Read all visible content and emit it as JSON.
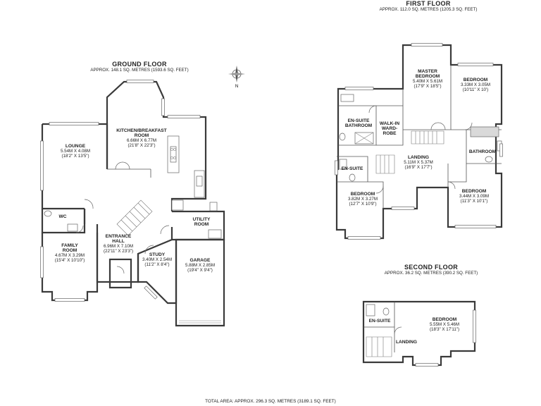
{
  "floors": {
    "ground": {
      "title": "GROUND FLOOR",
      "area": "APPROX. 148.1 SQ. METRES (1593.6 SQ. FEET)"
    },
    "first": {
      "title": "FIRST FLOOR",
      "area": "APPROX. 112.0 SQ. METRES (1205.3 SQ. FEET)"
    },
    "second": {
      "title": "SECOND FLOOR",
      "area": "APPROX. 36.2 SQ. METRES (390.2 SQ. FEET)"
    }
  },
  "rooms": {
    "lounge": {
      "name": "LOUNGE",
      "metric": "5.54M X 4.08M",
      "imperial": "(18'2\" X 13'5\")"
    },
    "kitchen": {
      "name1": "KITCHEN/BREAKFAST",
      "name2": "ROOM",
      "metric": "6.66M X 6.77M",
      "imperial": "(21'8\" X 22'3\")"
    },
    "wc": {
      "name": "WC"
    },
    "family": {
      "name1": "FAMILY",
      "name2": "ROOM",
      "metric": "4.67M X 3.29M",
      "imperial": "(15'4\" X 10'10\")"
    },
    "entrance": {
      "name1": "ENTRANCE",
      "name2": "HALL",
      "metric": "6.96M X 7.10M",
      "imperial": "(22'11\" X 23'3\")"
    },
    "utility": {
      "name1": "UTILITY",
      "name2": "ROOM"
    },
    "study": {
      "name": "STUDY",
      "metric": "3.40M X 2.54M",
      "imperial": "(11'2\" X 8'4\")"
    },
    "garage": {
      "name": "GARAGE",
      "metric": "5.88M X 2.85M",
      "imperial": "(19'4\" X 9'4\")"
    },
    "master": {
      "name1": "MASTER",
      "name2": "BEDROOM",
      "metric": "5.40M X 5.61M",
      "imperial": "(17'9\" X 18'5\")"
    },
    "bedroom_ne": {
      "name": "BEDROOM",
      "metric": "3.33M X 3.05M",
      "imperial": "(10'11\" X 10')"
    },
    "ensuite_bath": {
      "name1": "EN-SUITE",
      "name2": "BATHROOM"
    },
    "walkin": {
      "name1": "WALK-IN",
      "name2": "WARD-",
      "name3": "ROBE"
    },
    "bathroom": {
      "name": "BATHROOM"
    },
    "landing_first": {
      "name": "LANDING",
      "metric": "5.11M X 5.37M",
      "imperial": "(16'9\" X 17'7\")"
    },
    "ensuite_first": {
      "name": "EN-SUITE"
    },
    "bedroom_sw": {
      "name": "BEDROOM",
      "metric": "3.82M X 3.27M",
      "imperial": "(12'7\" X 10'9\")"
    },
    "bedroom_se": {
      "name": "BEDROOM",
      "metric": "3.44M X 3.09M",
      "imperial": "(11'3\" X 10'1\")"
    },
    "ensuite_second": {
      "name": "EN-SUITE"
    },
    "landing_second": {
      "name": "LANDING"
    },
    "bedroom_second": {
      "name": "BEDROOM",
      "metric": "5.55M X 5.46M",
      "imperial": "(18'3\" X 17'11\")"
    }
  },
  "compass": {
    "label": "N"
  },
  "total": "TOTAL AREA: APPROX. 296.3 SQ. METRES (3189.1 SQ. FEET)"
}
